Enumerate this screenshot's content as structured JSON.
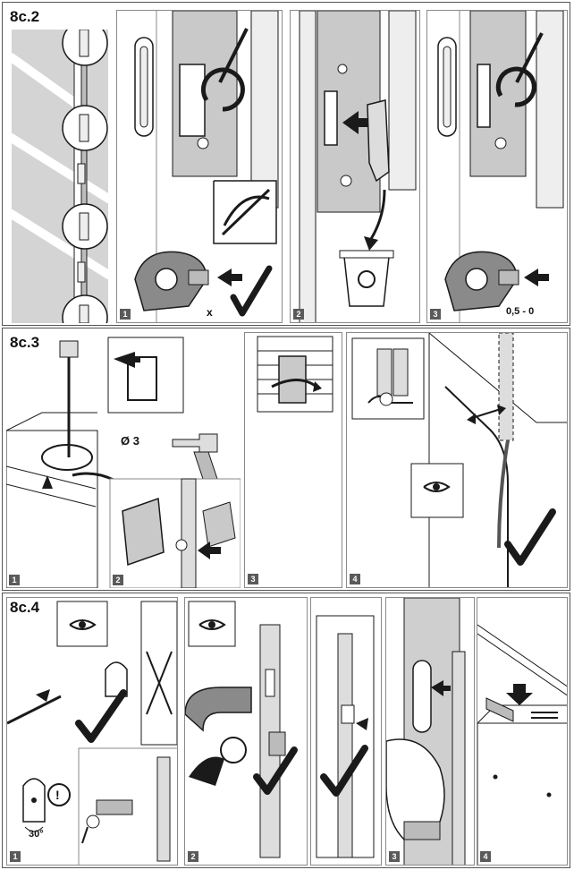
{
  "sections": [
    {
      "title": "8c.2",
      "steps": [
        "1",
        "2",
        "3"
      ],
      "labels": {
        "gap_x": "x",
        "gap_value": "0,5 - 0"
      }
    },
    {
      "title": "8c.3",
      "steps": [
        "1",
        "2",
        "3",
        "4"
      ],
      "labels": {
        "drill_size": "Ø 3"
      }
    },
    {
      "title": "8c.4",
      "steps": [
        "1",
        "2",
        "3",
        "4"
      ],
      "labels": {
        "angle": "30°",
        "warning": "!"
      }
    }
  ],
  "colors": {
    "stroke": "#1a1a1a",
    "frame": "#8a8a8a",
    "panel_grey": "#d4d4d4",
    "dark_grey": "#5a5a5a",
    "door_grey": "#cfcfcf"
  }
}
